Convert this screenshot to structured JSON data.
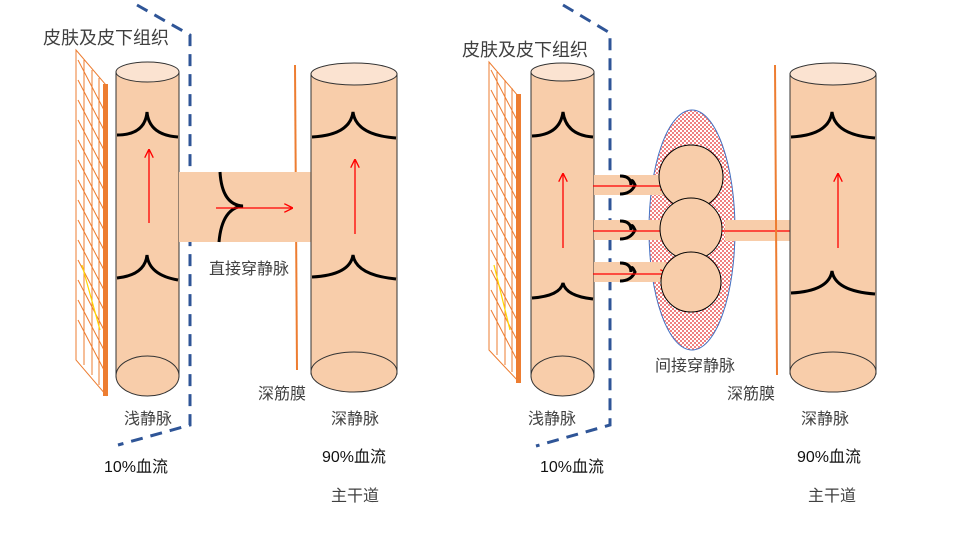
{
  "colors": {
    "vein_fill": "#f8cdaa",
    "vein_top_fill": "#fbe3d1",
    "fascia": "#ed7d31",
    "skin_mesh": "#ed7d31",
    "skin_accent": "#ffd700",
    "boundary_dashed": "#2f5597",
    "flow_arrow": "#ff0000",
    "valve": "#000000",
    "cluster_fill": "#f4b6b6",
    "cluster_stroke": "#4472c4"
  },
  "panels": [
    {
      "id": "direct",
      "labels": {
        "skin": "皮肤及皮下组织",
        "superficial_vein": "浅静脉",
        "superficial_flow": "10%血流",
        "perforator": "直接穿静脉",
        "deep_fascia": "深筋膜",
        "deep_vein": "深静脉",
        "deep_flow": "90%血流",
        "main_trunk": "主干道"
      }
    },
    {
      "id": "indirect",
      "labels": {
        "skin": "皮肤及皮下组织",
        "superficial_vein": "浅静脉",
        "superficial_flow": "10%血流",
        "perforator": "间接穿静脉",
        "deep_fascia": "深筋膜",
        "deep_vein": "深静脉",
        "deep_flow": "90%血流",
        "main_trunk": "主干道"
      }
    }
  ]
}
